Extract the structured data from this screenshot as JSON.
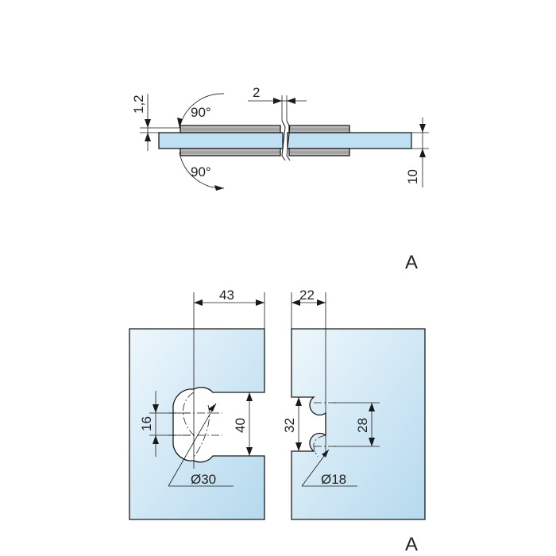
{
  "colors": {
    "glass_top": "#e8f4fb",
    "glass_bottom": "#b9dcf0",
    "glass_edge": "#b7dcf0",
    "hinge_plate": "#a8a8a8",
    "line": "#1a1a1a"
  },
  "side_view": {
    "angle_top": "90°",
    "angle_bottom": "90°",
    "gap_dim": "2",
    "offset_dim": "1,2",
    "glass_thickness_dim": "10"
  },
  "front_view": {
    "width_left_dim": "43",
    "width_right_dim": "22",
    "hole_spacing_left_dim": "16",
    "notch_height_left_dim": "40",
    "notch_height_right_dim": "32",
    "hole_spacing_right_dim": "28",
    "diameter_left_label": "Ø30",
    "diameter_right_label": "Ø18"
  },
  "view_labels": {
    "upper": "A",
    "lower": "A"
  }
}
